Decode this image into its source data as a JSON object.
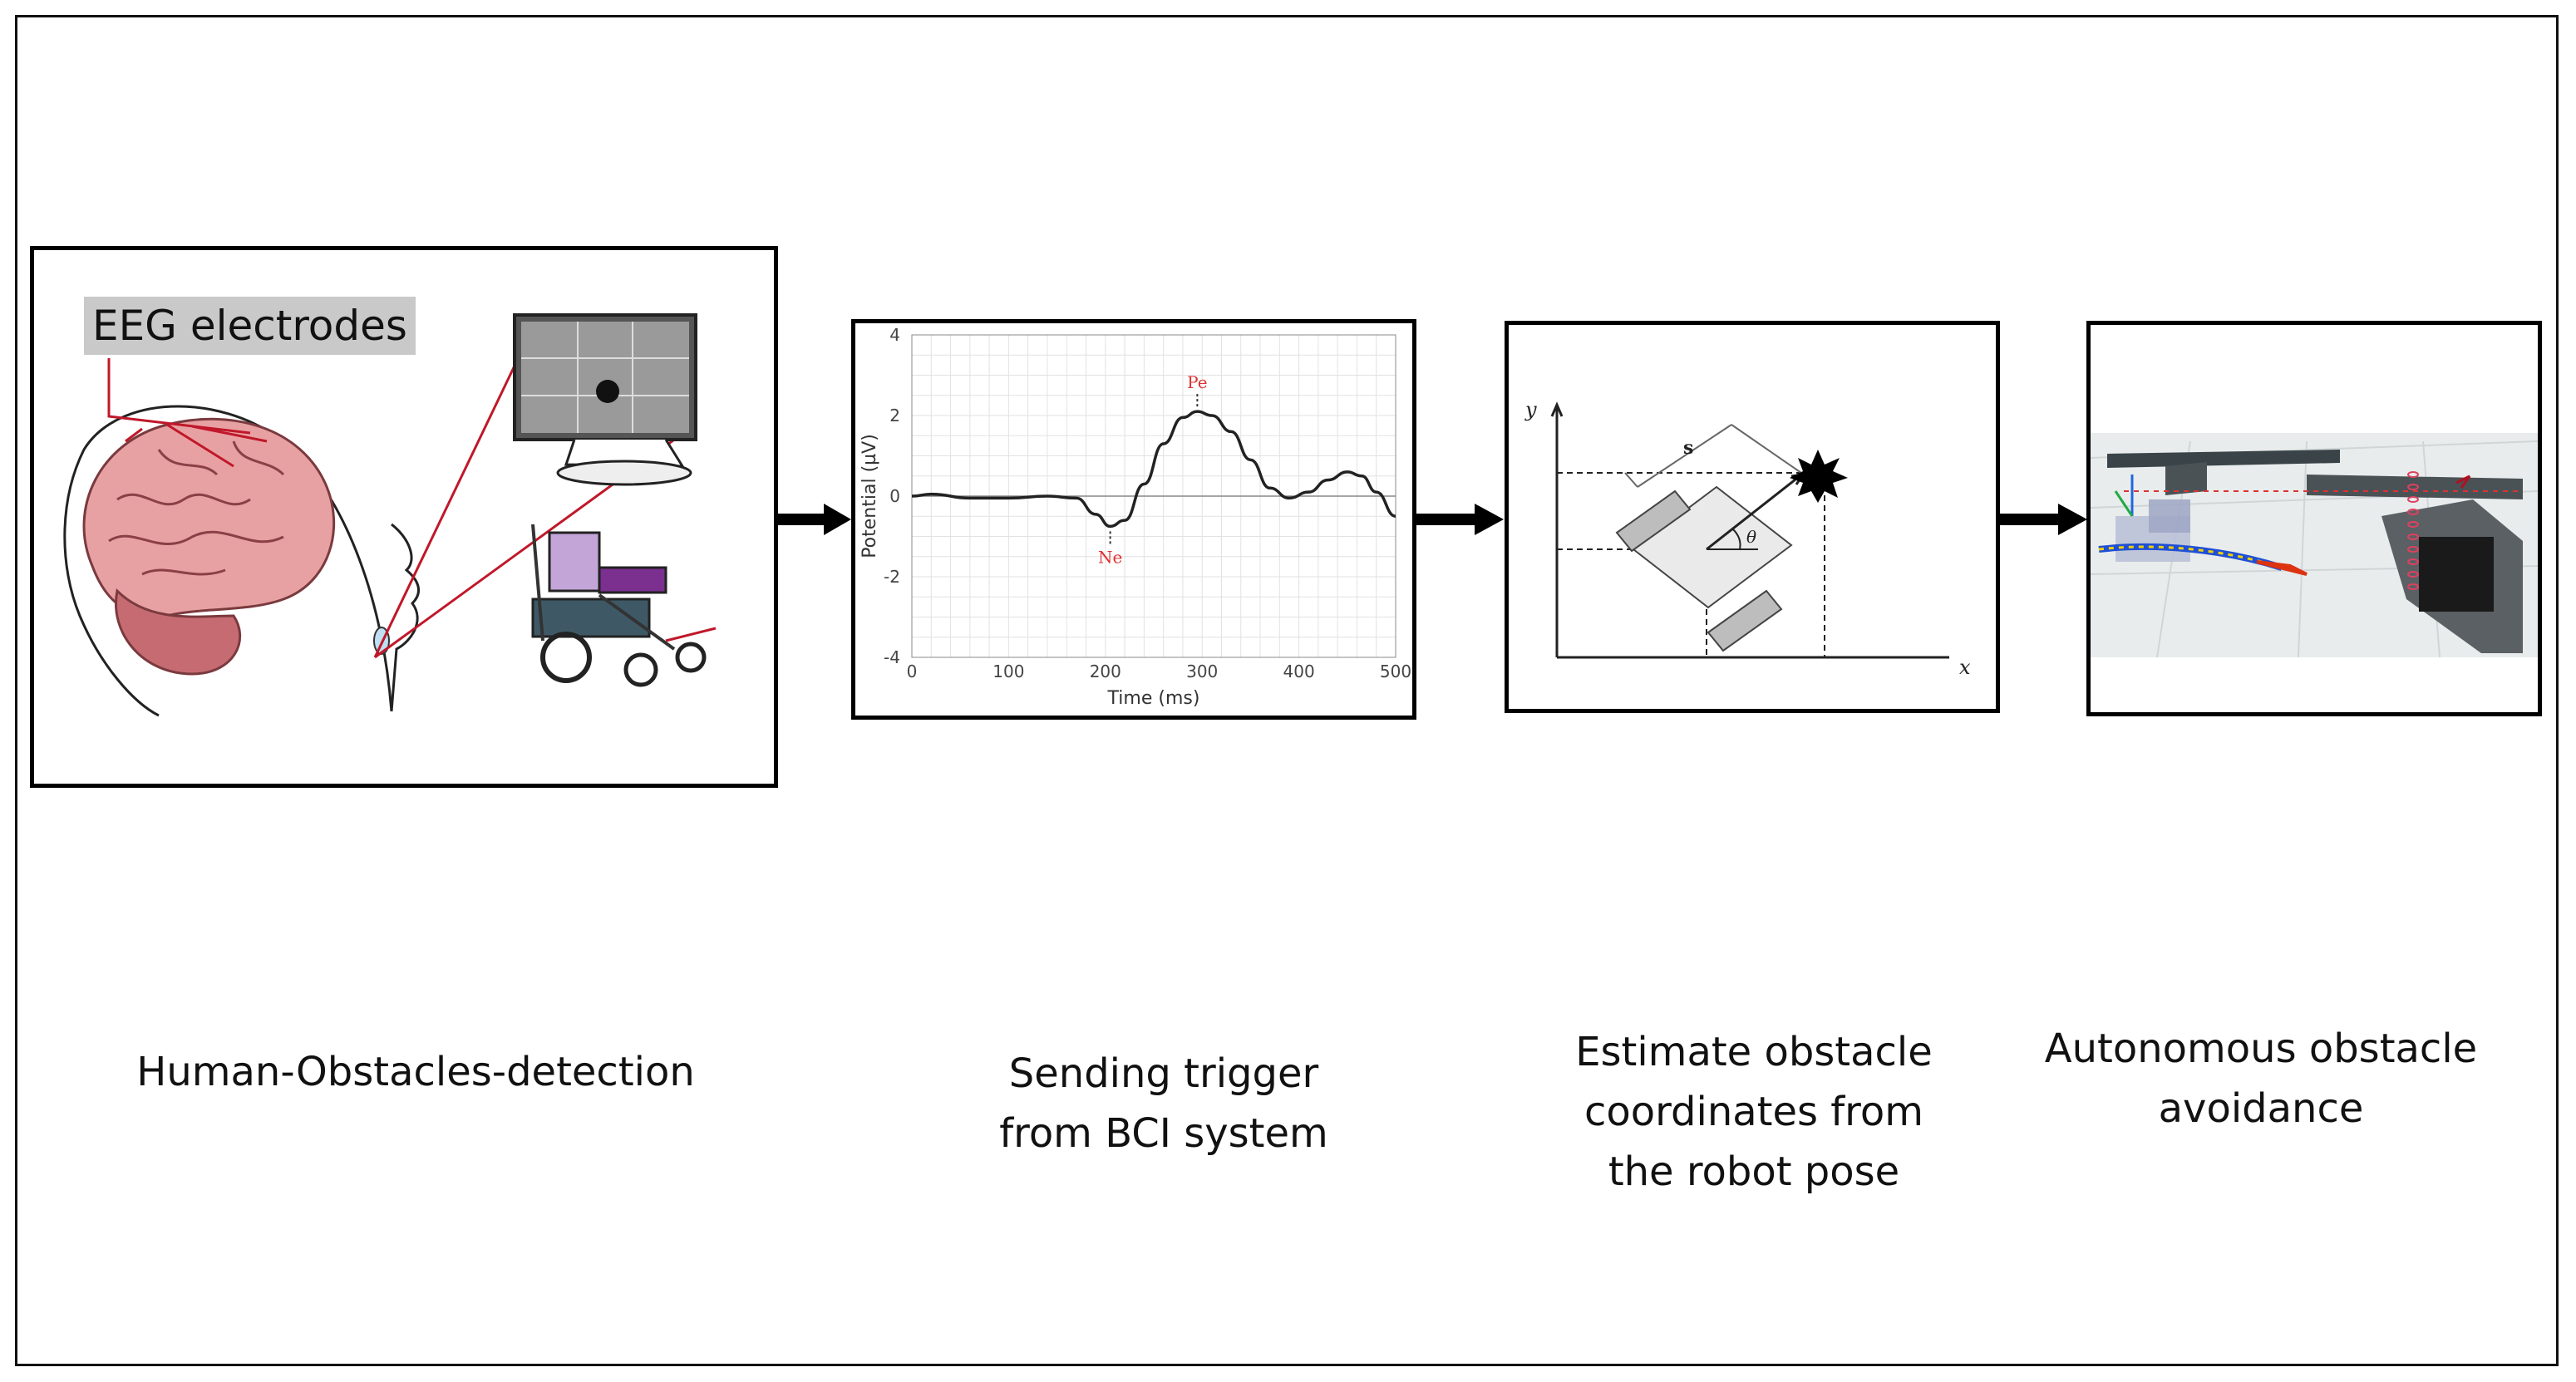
{
  "panels": {
    "human": {
      "electrodes_label": "EEG electrodes",
      "caption": "Human-Obstacles-detection"
    },
    "bci": {
      "caption_line1": "Sending trigger",
      "caption_line2": "from BCI system"
    },
    "estimate": {
      "caption_line1": "Estimate obstacle",
      "caption_line2": "coordinates from",
      "caption_line3": "the robot pose",
      "axis_x": "x",
      "axis_y": "y",
      "distance_label": "s",
      "angle_label": "θ"
    },
    "avoidance": {
      "caption_line1": "Autonomous obstacle",
      "caption_line2": "avoidance"
    }
  },
  "chart_data": {
    "type": "line",
    "xlabel": "Time (ms)",
    "ylabel": "Potential (µV)",
    "xlim": [
      0,
      500
    ],
    "ylim": [
      -4,
      4
    ],
    "xticks": [
      0,
      100,
      200,
      300,
      400,
      500
    ],
    "yticks": [
      4,
      2,
      0,
      -2,
      -4
    ],
    "grid": true,
    "annotations": [
      {
        "label": "Pe",
        "x": 295,
        "y": 2.1,
        "color": "#e03030"
      },
      {
        "label": "Ne",
        "x": 205,
        "y": -0.75,
        "color": "#e03030"
      }
    ],
    "series": [
      {
        "x": [
          0,
          20,
          60,
          100,
          140,
          170,
          190,
          205,
          220,
          240,
          260,
          280,
          295,
          310,
          330,
          350,
          370,
          390,
          410,
          430,
          450,
          465,
          480,
          500
        ],
        "y": [
          0,
          0.05,
          -0.05,
          -0.05,
          0,
          -0.05,
          -0.45,
          -0.75,
          -0.6,
          0.3,
          1.3,
          1.95,
          2.1,
          2.0,
          1.6,
          0.9,
          0.2,
          -0.05,
          0.1,
          0.4,
          0.6,
          0.5,
          0.1,
          -0.5
        ]
      }
    ]
  }
}
